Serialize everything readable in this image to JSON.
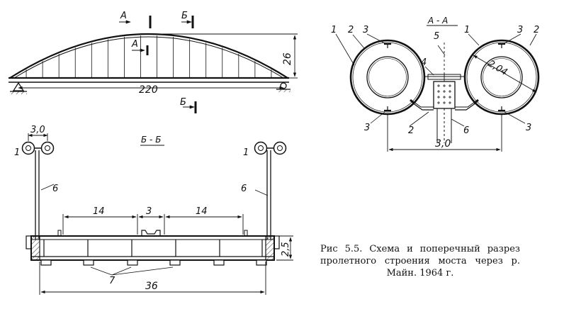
{
  "elevation": {
    "section_marks": {
      "a": "А",
      "b": "Б"
    },
    "rise": "26",
    "span": "220"
  },
  "section_aa": {
    "title": "А - А",
    "labels": {
      "n1": "1",
      "n2": "2",
      "n3": "3",
      "n4": "4",
      "n5": "5",
      "n6": "6"
    },
    "diameter": "2,04",
    "spacing": "3,0"
  },
  "section_bb": {
    "title": "Б - Б",
    "labels": {
      "n1": "1",
      "n6": "6",
      "n7": "7"
    },
    "tube_spacing": "3,0",
    "lane_left": "14",
    "median": "3",
    "lane_right": "14",
    "depth": "2,5",
    "width": "36"
  },
  "caption": "Рис 5.5. Схема и поперечный разрез пролетного строения моста через р. Майн. 1964 г."
}
